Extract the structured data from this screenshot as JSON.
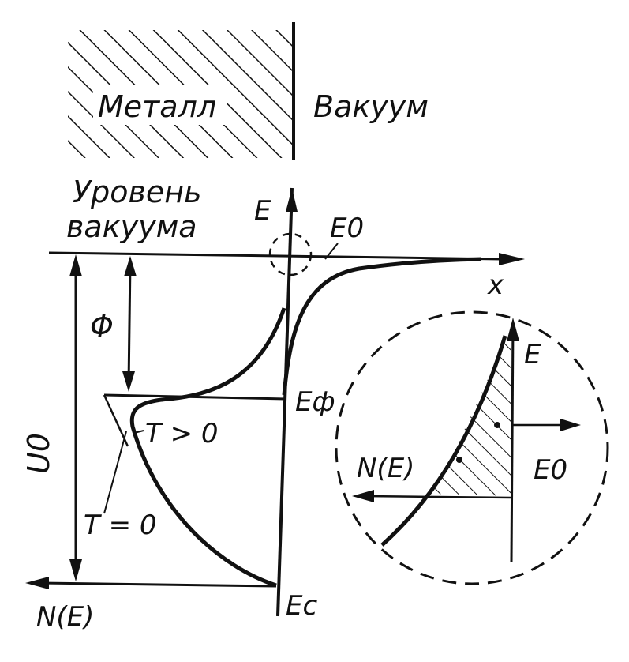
{
  "labels": {
    "metal": "Металл",
    "vacuum": "Вакуум",
    "vacuum_level_line1": "Уровень",
    "vacuum_level_line2": "вакуума",
    "energy_axis": "E",
    "e0": "E0",
    "x_axis": "x",
    "phi": "Φ",
    "u0": "U0",
    "e_fermi": "Eф",
    "t_positive": "T > 0",
    "t_zero": "T = 0",
    "density": "N(E)",
    "ec": "Ec",
    "inset_energy": "E",
    "inset_density": "N(E)",
    "inset_e0": "E0"
  },
  "colors": {
    "ink": "#111111",
    "background": "#ffffff"
  }
}
